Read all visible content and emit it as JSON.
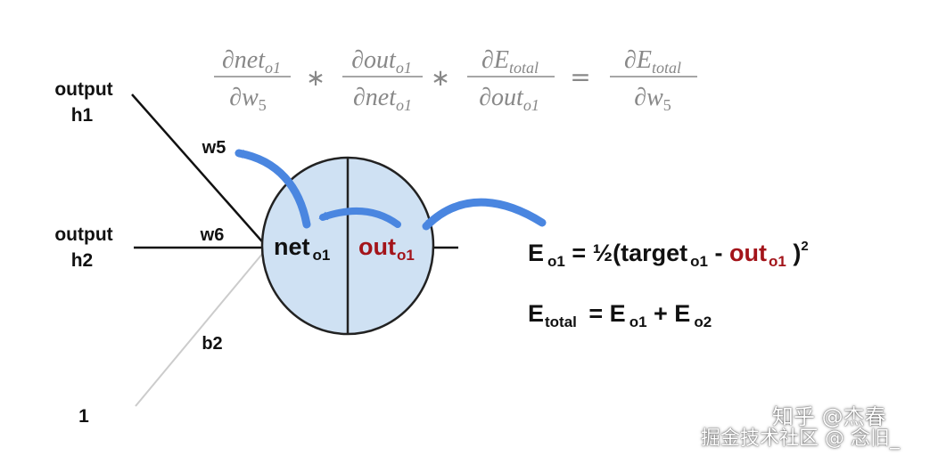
{
  "formula": {
    "f1_num": "∂net",
    "f1_num_sub": "o1",
    "f1_den": "∂w",
    "f1_den_sub": "5",
    "op1": "∗",
    "f2_num": "∂out",
    "f2_num_sub": "o1",
    "f2_den": "∂net",
    "f2_den_sub": "o1",
    "op2": "∗",
    "f3_num": "∂E",
    "f3_num_sub": "total",
    "f3_den": "∂out",
    "f3_den_sub": "o1",
    "eq": "=",
    "f4_num": "∂E",
    "f4_num_sub": "total",
    "f4_den": "∂w",
    "f4_den_sub": "5"
  },
  "inputs": {
    "h1_line1": "output",
    "h1_line2": "h1",
    "h2_line1": "output",
    "h2_line2": "h2",
    "bias": "1"
  },
  "weights": {
    "w5": "w5",
    "w6": "w6",
    "b2": "b2"
  },
  "neuron": {
    "net": "net",
    "net_sub": "o1",
    "out": "out",
    "out_sub": "o1",
    "fill_color": "#cfe1f3",
    "out_color": "#a3141a",
    "arrow_color": "#4a86e0"
  },
  "equations": {
    "eq1_E": "E",
    "eq1_E_sub": "o1",
    "eq1_mid": " = ½(target",
    "eq1_target_sub": "o1",
    "eq1_minus": " - ",
    "eq1_out": "out",
    "eq1_out_sub": "o1",
    "eq1_close": " )",
    "eq1_sup": "2",
    "eq2_E": "E",
    "eq2_E_sub": "total",
    "eq2_mid": " = E",
    "eq2_mid_sub": "o1",
    "eq2_plus": " + E",
    "eq2_plus_sub": "o2"
  },
  "watermark": {
    "line1": "知乎 @杰春",
    "line2": "掘金技术社区 @ 念旧_"
  }
}
